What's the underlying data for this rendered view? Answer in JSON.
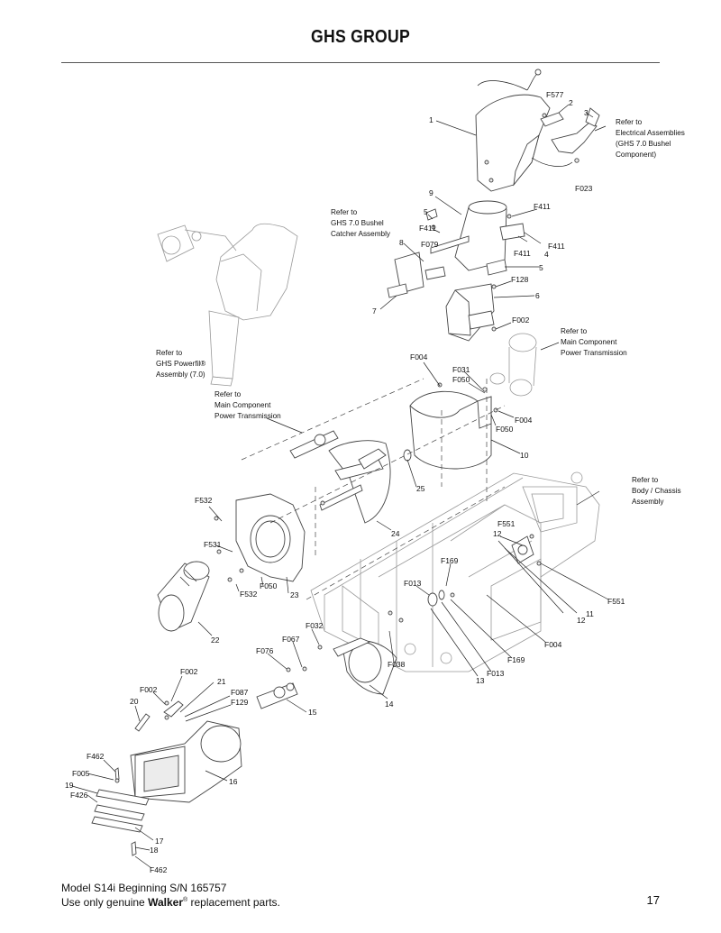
{
  "page": {
    "title": "GHS GROUP",
    "footer_line1": "Model S14i Beginning S/N 165757",
    "footer_line2_pre": "Use only genuine ",
    "footer_brand": "Walker",
    "footer_reg": "®",
    "footer_line2_post": " replacement parts.",
    "page_number": "17"
  },
  "references": {
    "electrical": [
      "Refer to",
      "Electrical Assemblies",
      "(GHS 7.0 Bushel",
      "Component)"
    ],
    "bushel_catcher": [
      "Refer to",
      "GHS 7.0 Bushel",
      "Catcher Assembly"
    ],
    "main_trans_upper": [
      "Refer to",
      "Main Component",
      "Power Transmission"
    ],
    "powerfil": [
      "Refer to",
      "GHS Powerfil®",
      "Assembly (7.0)"
    ],
    "main_trans_left": [
      "Refer to",
      "Main Component",
      "Power Transmission"
    ],
    "chassis": [
      "Refer to",
      "Body / Chassis",
      "Assembly"
    ]
  },
  "callouts": {
    "c1": "1",
    "c2": "2",
    "c3": "3",
    "cF577": "F577",
    "cF023": "F023",
    "c9": "9",
    "c5a": "5",
    "cF411a": "F411",
    "cF411b": "F411",
    "cF411c": "F411",
    "cF411d": "F411",
    "c8": "8",
    "cF079": "F079",
    "c4": "4",
    "c5b": "5",
    "cF128": "F128",
    "c6": "6",
    "c7": "7",
    "cF002a": "F002",
    "cF004a": "F004",
    "cF031": "F031",
    "cF050a": "F050",
    "cF004b": "F004",
    "cF050b": "F050",
    "c10": "10",
    "c25": "25",
    "c24": "24",
    "cF532a": "F532",
    "cF531": "F531",
    "cF532b": "F532",
    "cF050c": "F050",
    "c23": "23",
    "c22": "22",
    "cF551a": "F551",
    "c12a": "12",
    "c12b": "12",
    "c11": "11",
    "cF551b": "F551",
    "cF169a": "F169",
    "cF013a": "F013",
    "cF004c": "F004",
    "cF169b": "F169",
    "cF013b": "F013",
    "c13": "13",
    "cF038": "F038",
    "c14": "14",
    "cF032": "F032",
    "cF067": "F067",
    "cF076": "F076",
    "c15": "15",
    "cF002b": "F002",
    "cF002c": "F002",
    "c21": "21",
    "cF087": "F087",
    "cF129": "F129",
    "c20": "20",
    "cF462a": "F462",
    "cF005": "F005",
    "c19": "19",
    "cF426": "F426",
    "c16": "16",
    "c17": "17",
    "c18": "18",
    "cF462b": "F462"
  }
}
